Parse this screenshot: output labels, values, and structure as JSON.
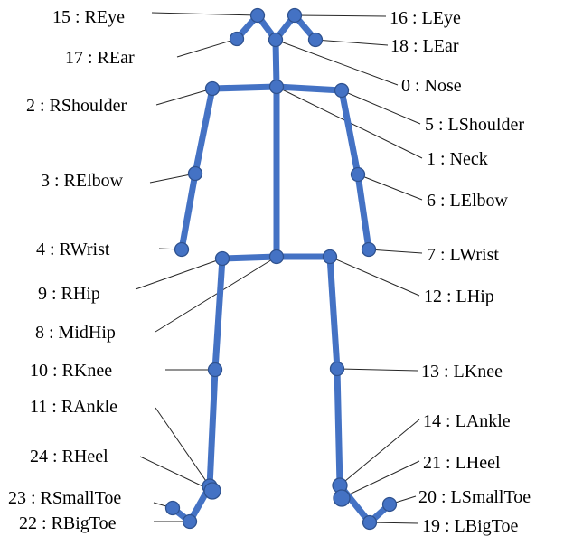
{
  "diagram": {
    "colors": {
      "bone": "#4472c4",
      "joint": "#4472c4",
      "joint_outline": "#2f528f",
      "leader": "#262626",
      "text": "#000000"
    },
    "keypoints": [
      {
        "id": 0,
        "label": "0 : Nose"
      },
      {
        "id": 1,
        "label": "1 : Neck"
      },
      {
        "id": 2,
        "label": "2 : RShoulder"
      },
      {
        "id": 3,
        "label": "3 : RElbow"
      },
      {
        "id": 4,
        "label": "4 : RWrist"
      },
      {
        "id": 5,
        "label": "5 : LShoulder"
      },
      {
        "id": 6,
        "label": "6 : LElbow"
      },
      {
        "id": 7,
        "label": "7 : LWrist"
      },
      {
        "id": 8,
        "label": "8 : MidHip"
      },
      {
        "id": 9,
        "label": "9 : RHip"
      },
      {
        "id": 10,
        "label": "10 : RKnee"
      },
      {
        "id": 11,
        "label": "11 : RAnkle"
      },
      {
        "id": 12,
        "label": "12 : LHip"
      },
      {
        "id": 13,
        "label": "13 : LKnee"
      },
      {
        "id": 14,
        "label": "14 : LAnkle"
      },
      {
        "id": 15,
        "label": "15 : REye"
      },
      {
        "id": 16,
        "label": "16 : LEye"
      },
      {
        "id": 17,
        "label": "17 : REar"
      },
      {
        "id": 18,
        "label": "18 : LEar"
      },
      {
        "id": 19,
        "label": "19 : LBigToe"
      },
      {
        "id": 20,
        "label": "20 : LSmallToe"
      },
      {
        "id": 21,
        "label": "21 : LHeel"
      },
      {
        "id": 22,
        "label": "22 : RBigToe"
      },
      {
        "id": 23,
        "label": "23 : RSmallToe"
      },
      {
        "id": 24,
        "label": "24 : RHeel"
      }
    ],
    "connections": [
      [
        0,
        15
      ],
      [
        15,
        17
      ],
      [
        0,
        16
      ],
      [
        16,
        18
      ],
      [
        0,
        1
      ],
      [
        1,
        2
      ],
      [
        1,
        5
      ],
      [
        2,
        3
      ],
      [
        3,
        4
      ],
      [
        5,
        6
      ],
      [
        6,
        7
      ],
      [
        1,
        8
      ],
      [
        8,
        9
      ],
      [
        8,
        12
      ],
      [
        9,
        10
      ],
      [
        10,
        11
      ],
      [
        12,
        13
      ],
      [
        13,
        14
      ],
      [
        11,
        24
      ],
      [
        11,
        22
      ],
      [
        22,
        23
      ],
      [
        14,
        21
      ],
      [
        14,
        19
      ],
      [
        19,
        20
      ]
    ]
  }
}
